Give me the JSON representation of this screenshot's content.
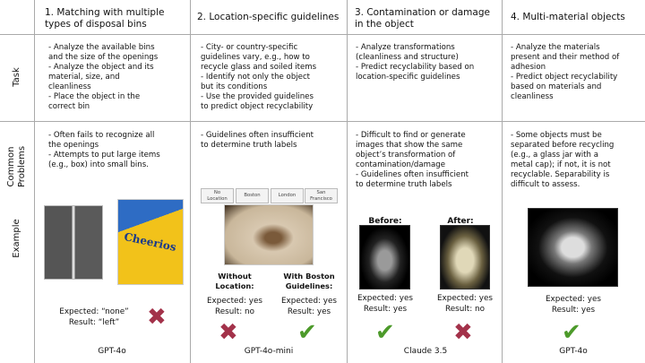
{
  "row_labels": {
    "task": "Task",
    "problems": "Common\nProblems",
    "example": "Example"
  },
  "columns": [
    {
      "title": "1. Matching with multiple\ntypes of disposal bins",
      "task": "- Analyze the available bins\nand the size of the openings\n- Analyze the object and its\nmaterial, size, and\ncleanliness\n- Place the object in the\ncorrect bin",
      "problems": "- Often fails to recognize all\nthe openings\n- Attempts to put large items\n(e.g., box) into small bins.",
      "result": "Expected: “none”\nResult: “left”",
      "model": "GPT-4o",
      "image_text": "Cheerios"
    },
    {
      "title": "2. Location-specific guidelines",
      "task": "- City- or country-specific\nguidelines vary, e.g., how to\nrecycle glass and soiled items\n- Identify not only the object\nbut its conditions\n- Use the provided guidelines\nto predict object recyclability",
      "problems": "- Guidelines often insufficient\nto determine truth labels",
      "locations": [
        "No\nLocation",
        "Boston",
        "London",
        "San\nFrancisco"
      ],
      "case_a_label": "Without\nLocation:",
      "case_a_result": "Expected: yes\nResult: no",
      "case_b_label": "With Boston\nGuidelines:",
      "case_b_result": "Expected: yes\nResult: yes",
      "model": "GPT-4o-mini"
    },
    {
      "title": "3. Contamination or damage\nin the object",
      "task": "- Analyze transformations\n(cleanliness and structure)\n- Predict recyclability based on\nlocation-specific guidelines",
      "problems": "- Difficult to find or generate\nimages that show the same\nobject’s transformation of\ncontamination/damage\n- Guidelines often insufficient\nto determine truth labels",
      "before_label": "Before:",
      "after_label": "After:",
      "before_result": "Expected: yes\nResult: yes",
      "after_result": "Expected: yes\nResult: no",
      "model": "Claude 3.5"
    },
    {
      "title": "4. Multi-material objects",
      "task": "- Analyze the materials\npresent and their method of\nadhesion\n- Predict object recyclability\nbased on materials and\ncleanliness",
      "problems": "- Some objects must be\nseparated before recycling\n(e.g., a glass jar with a\nmetal cap); if not, it is not\nrecyclable. Separability is\ndifficult to assess.",
      "result": "Expected: yes\nResult: yes",
      "model": "GPT-4o"
    }
  ],
  "marks": {
    "cross": "✖",
    "check": "✔"
  },
  "colors": {
    "cross": "#a3324a",
    "check": "#4c9a2a",
    "grid": "#aaaaaa"
  }
}
